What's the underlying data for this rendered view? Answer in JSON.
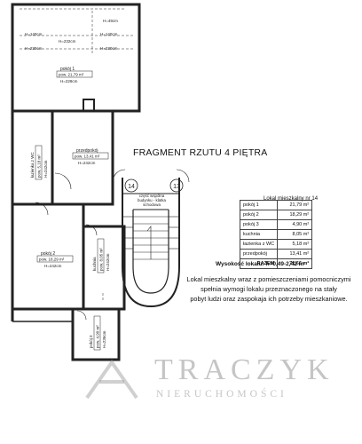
{
  "plan": {
    "title": "FRAGMENT RZUTU 4 PIĘTRA",
    "rooms": {
      "pokoj1": {
        "name": "pokój 1",
        "area": "pow. 21,79 m²",
        "height": "H=228cm"
      },
      "przedpokoj": {
        "name": "przedpokój",
        "area": "pow. 13,41 m²",
        "height": "H=242cm"
      },
      "lazienka": {
        "name": "łazienka z WC",
        "area": "pow. 5,18 m²",
        "height": "H=242cm"
      },
      "pokoj2": {
        "name": "pokój 2",
        "area": "pow. 18,29 m²",
        "height": "H=242cm"
      },
      "kuchnia": {
        "name": "kuchnia",
        "area": "pow. 8,05 m²",
        "height": "H=242cm"
      },
      "pokoj3": {
        "name": "pokój 3",
        "area": "pow. 4,90 m²",
        "height": "H=236cm"
      }
    },
    "heights_top": [
      "H=49cm",
      "H=140cm",
      "H=140cm",
      "H=232cm",
      "H=230cm",
      "H=230cm"
    ],
    "staircase": {
      "label": "część wspólna budynku - klatka schodowa",
      "unit_left": "14",
      "unit_right": "13"
    },
    "table": {
      "header": "Lokal mieszkalny nr 14",
      "rows": [
        {
          "label": "pokój 1",
          "value": "21,79 m²"
        },
        {
          "label": "pokój 2",
          "value": "18,29 m²"
        },
        {
          "label": "pokój 3",
          "value": "4,90 m²"
        },
        {
          "label": "kuchnia",
          "value": "8,05 m²"
        },
        {
          "label": "łazienka z WC",
          "value": "5,18 m²"
        },
        {
          "label": "przedpokój",
          "value": "13,41 m²"
        }
      ],
      "total_label": "RAZEM",
      "total_value": "71,66 m²"
    },
    "height_note": "Wysokość lokalu: h=0,49-2,42 m",
    "description_lines": [
      "Lokal mieszkalny wraz z pomieszczeniami pomocniczymi",
      "spełnia wymogi lokalu przeznaczonego na stały",
      "pobyt ludzi oraz zaspokaja ich potrzeby mieszkaniowe."
    ]
  },
  "watermark": {
    "main": "TRACZYK",
    "sub": "NIERUCHOMOŚCI"
  },
  "colors": {
    "wall": "#222222",
    "watermark": "#9a9a9a"
  }
}
